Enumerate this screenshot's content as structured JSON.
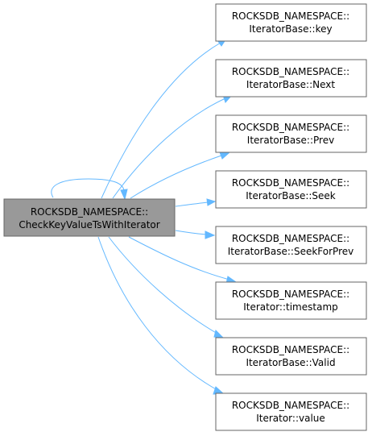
{
  "source_node": {
    "line1": "ROCKSDB_NAMESPACE::",
    "line2": "CheckKeyValueTsWithIterator"
  },
  "callees": [
    {
      "line1": "ROCKSDB_NAMESPACE::",
      "line2": "IteratorBase::key"
    },
    {
      "line1": "ROCKSDB_NAMESPACE::",
      "line2": "IteratorBase::Next"
    },
    {
      "line1": "ROCKSDB_NAMESPACE::",
      "line2": "IteratorBase::Prev"
    },
    {
      "line1": "ROCKSDB_NAMESPACE::",
      "line2": "IteratorBase::Seek"
    },
    {
      "line1": "ROCKSDB_NAMESPACE::",
      "line2": "IteratorBase::SeekForPrev"
    },
    {
      "line1": "ROCKSDB_NAMESPACE::",
      "line2": "Iterator::timestamp"
    },
    {
      "line1": "ROCKSDB_NAMESPACE::",
      "line2": "IteratorBase::Valid"
    },
    {
      "line1": "ROCKSDB_NAMESPACE::",
      "line2": "Iterator::value"
    }
  ],
  "colors": {
    "edge": "#63b8ff",
    "source_fill": "#999999",
    "node_border": "#666666",
    "node_fill": "#ffffff"
  }
}
